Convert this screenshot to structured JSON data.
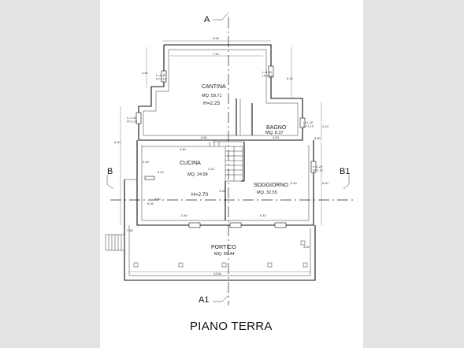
{
  "title": "PIANO TERRA",
  "sections": {
    "a_top": "A",
    "a_bottom": "A1",
    "b_left": "B",
    "b_right": "B1"
  },
  "rooms": {
    "cantina": {
      "name": "CANTINA",
      "area": "MQ. 59.71",
      "height": "H=2.25"
    },
    "bagno": {
      "name": "BAGNO",
      "area": "MQ. 8.37"
    },
    "cucina": {
      "name": "CUCINA",
      "area": "MQ. 24.58"
    },
    "soggiorno": {
      "name": "SOGGIORNO",
      "area": "MQ. 32.55"
    },
    "ground_height": "H=2.70",
    "portico": {
      "name": "PORTICO",
      "area": "MQ. 55.44"
    }
  },
  "dimensions": {
    "top_outer": "8.90",
    "top_inner": "7.90",
    "left_upper": "4.40",
    "left_mid": "6.40",
    "left_low": "7.60",
    "right_upper": "6.40",
    "right_mid": "2.10",
    "right_low": "6.40",
    "cantina_bottom": "6.80",
    "bagno_width": "3.00",
    "bagno_outer": "6.60",
    "cucina_top": "3.40",
    "cucina_left": "2.40",
    "cucina_inner": "3.30",
    "cucina_wall": "2.20",
    "stair_h": "4.40",
    "cucina_h": "3.00",
    "soggiorno_h": "6.40",
    "bottom_left": "2.40",
    "bottom_right": "6.10",
    "bottom_small": "5.35",
    "portico_width": "13.60",
    "portico_right": "3.60",
    "win_1": "L=1.40\nH=1.10",
    "win_2": "L=1.20\nH=1.10"
  }
}
